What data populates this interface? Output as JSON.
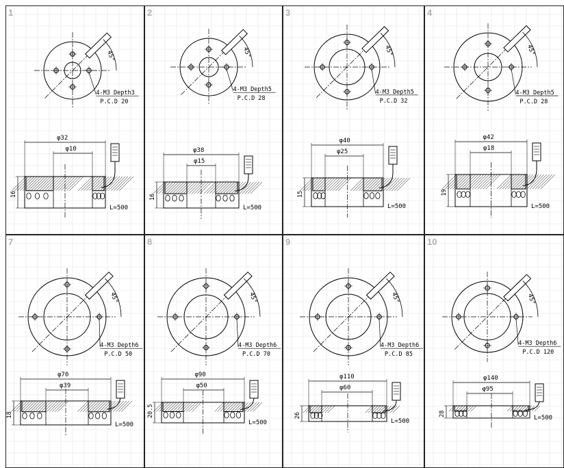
{
  "depth_prefix": "4-M3 Depth",
  "phi": "φ",
  "angle": "45°",
  "cable_length": "L=500",
  "panels": [
    {
      "num": "1",
      "depth": "3",
      "pcd": "P.C.D 20",
      "outer": "φ32",
      "inner": "φ10",
      "height": "16"
    },
    {
      "num": "2",
      "depth": "5",
      "pcd": "P.C.D 28",
      "outer": "φ38",
      "inner": "φ15",
      "height": "16"
    },
    {
      "num": "3",
      "depth": "5",
      "pcd": "P.C.D 32",
      "outer": "φ40",
      "inner": "φ25",
      "height": "15"
    },
    {
      "num": "4",
      "depth": "5",
      "pcd": "P.C.D 28",
      "outer": "φ42",
      "inner": "φ18",
      "height": "19"
    },
    {
      "num": "7",
      "depth": "6",
      "pcd": "P.C.D 50",
      "outer": "φ70",
      "inner": "φ39",
      "height": "18"
    },
    {
      "num": "8",
      "depth": "6",
      "pcd": "P.C.D 70",
      "outer": "φ90",
      "inner": "φ50",
      "height": "20.5"
    },
    {
      "num": "9",
      "depth": "6",
      "pcd": "P.C.D 85",
      "outer": "φ110",
      "inner": "φ60",
      "height": "26"
    },
    {
      "num": "10",
      "depth": "6",
      "pcd": "P.C.D 120",
      "outer": "φ140",
      "inner": "φ95",
      "height": "28"
    }
  ]
}
